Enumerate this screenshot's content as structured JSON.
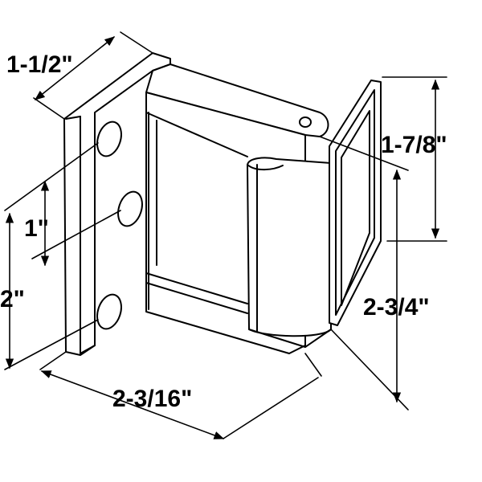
{
  "dimensions": {
    "depth": "1-1/2\"",
    "tab_height": "1-7/8\"",
    "hole_spacing": "1\"",
    "hole_span": "2\"",
    "total_height": "2-3/4\"",
    "width": "2-3/16\""
  },
  "colors": {
    "line": "#000000",
    "background": "#ffffff"
  }
}
